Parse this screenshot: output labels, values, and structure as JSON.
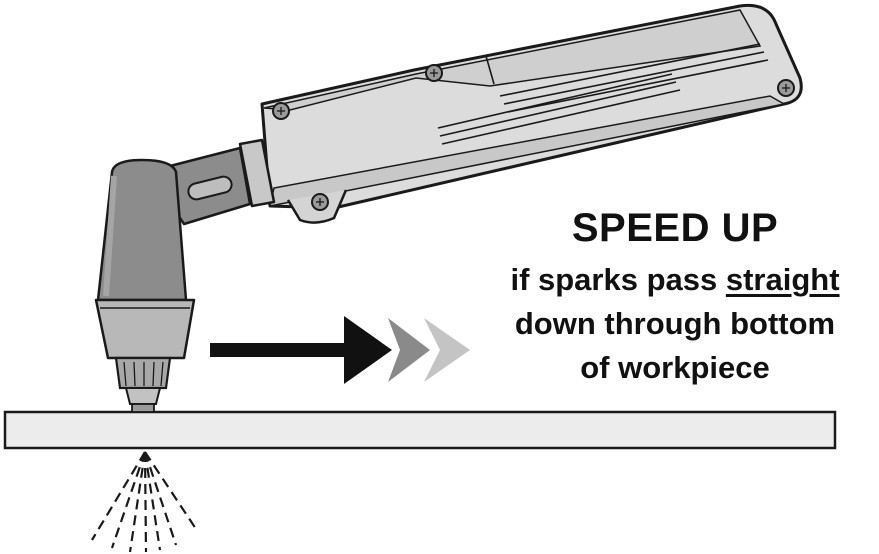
{
  "caption": {
    "heading": "SPEED UP",
    "line1_prefix": "if sparks pass ",
    "line1_emphasis": "straight",
    "line2": "down through bottom",
    "line3": "of workpiece"
  },
  "colors": {
    "outline": "#1a1a1a",
    "torch_body": "#dcdcdc",
    "torch_shadow": "#b5b5b5",
    "torch_head": "#8c8c8c",
    "nozzle": "#b8b8b8",
    "workpiece": "#ececec",
    "arrow_main": "#111111",
    "arrow_mid": "#8a8a8a",
    "arrow_light": "#c4c4c4"
  },
  "icons": [
    "plasma-torch-icon",
    "direction-arrow-icon",
    "spark-spray-icon"
  ]
}
